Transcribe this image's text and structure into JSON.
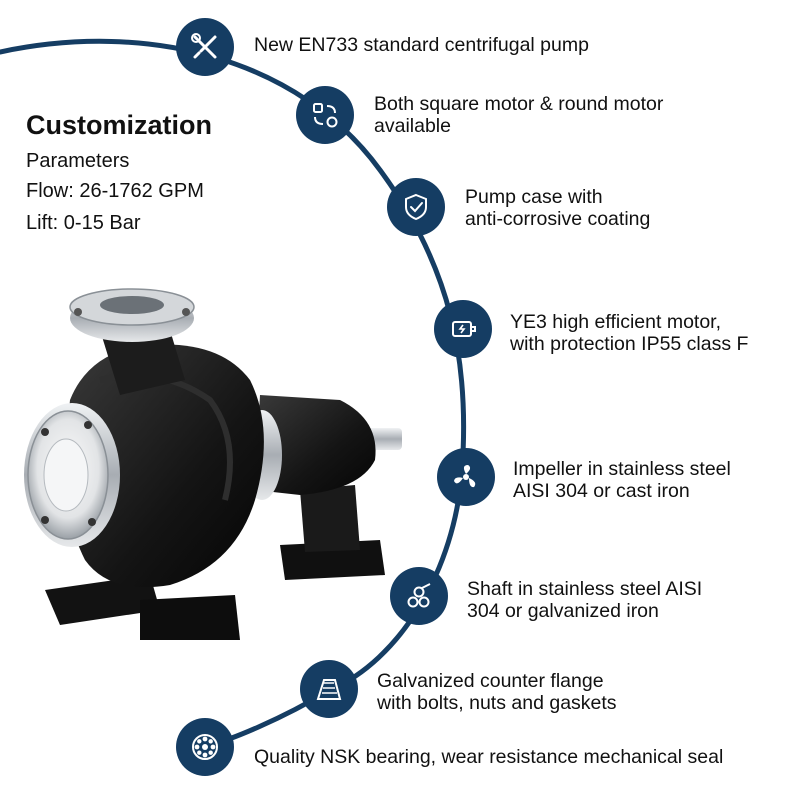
{
  "colors": {
    "accent": "#153d63",
    "text": "#111111",
    "pump_body": "#151515",
    "steel": "#c8ccd0"
  },
  "customization": {
    "heading": "Customization",
    "parameters_label": "Parameters",
    "flow": "Flow: 26-1762 GPM",
    "lift": "Lift: 0-15 Bar"
  },
  "features": [
    {
      "icon": "wrench-screwdriver-icon",
      "lines": [
        "New EN733 standard centrifugal pump"
      ]
    },
    {
      "icon": "swap-shapes-icon",
      "lines": [
        "Both square motor & round motor",
        "available"
      ]
    },
    {
      "icon": "shield-check-icon",
      "lines": [
        "Pump case with",
        "anti-corrosive coating"
      ]
    },
    {
      "icon": "motor-icon",
      "lines": [
        "YE3 high efficient motor,",
        "with protection IP55 class F"
      ]
    },
    {
      "icon": "impeller-fan-icon",
      "lines": [
        "Impeller in stainless steel",
        "AISI 304 or cast iron"
      ]
    },
    {
      "icon": "shaft-cylinders-icon",
      "lines": [
        "Shaft in stainless steel AISI",
        "304 or galvanized iron"
      ]
    },
    {
      "icon": "flange-bolt-icon",
      "lines": [
        "Galvanized counter flange",
        "with bolts, nuts and gaskets"
      ]
    },
    {
      "icon": "bearing-icon",
      "lines": [
        "Quality NSK bearing, wear resistance mechanical seal"
      ]
    }
  ]
}
